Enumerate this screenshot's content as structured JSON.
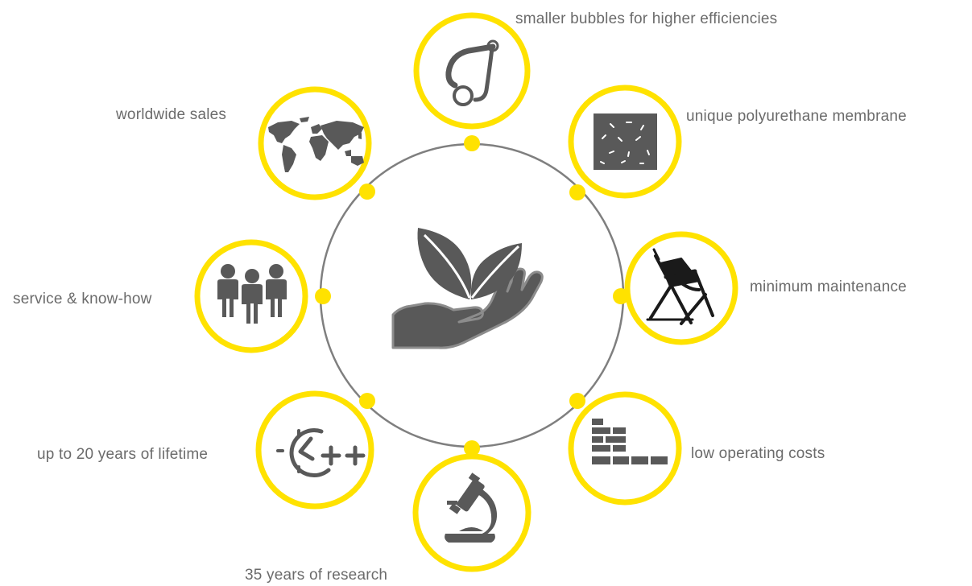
{
  "colors": {
    "accent": "#ffe200",
    "ring": "#7f7f7f",
    "icon": "#595959",
    "text": "#6b6b6b",
    "background": "#ffffff"
  },
  "center": {
    "icon": "plant-in-hand-icon"
  },
  "features": [
    {
      "id": "bubbles",
      "label": "smaller bubbles for higher efficiencies",
      "icon": "caliper-bubble-icon"
    },
    {
      "id": "membrane",
      "label": "unique polyurethane membrane",
      "icon": "perforated-membrane-icon"
    },
    {
      "id": "maintenance",
      "label": "minimum maintenance",
      "icon": "deck-chair-icon"
    },
    {
      "id": "costs",
      "label": "low operating costs",
      "icon": "descending-bricks-icon"
    },
    {
      "id": "research",
      "label": "35 years of research",
      "icon": "microscope-icon"
    },
    {
      "id": "lifetime",
      "label": "up to 20 years of lifetime",
      "icon": "clock-plus-plus-icon"
    },
    {
      "id": "service",
      "label": "service & know-how",
      "icon": "people-group-icon"
    },
    {
      "id": "sales",
      "label": "worldwide sales",
      "icon": "world-map-icon"
    }
  ]
}
